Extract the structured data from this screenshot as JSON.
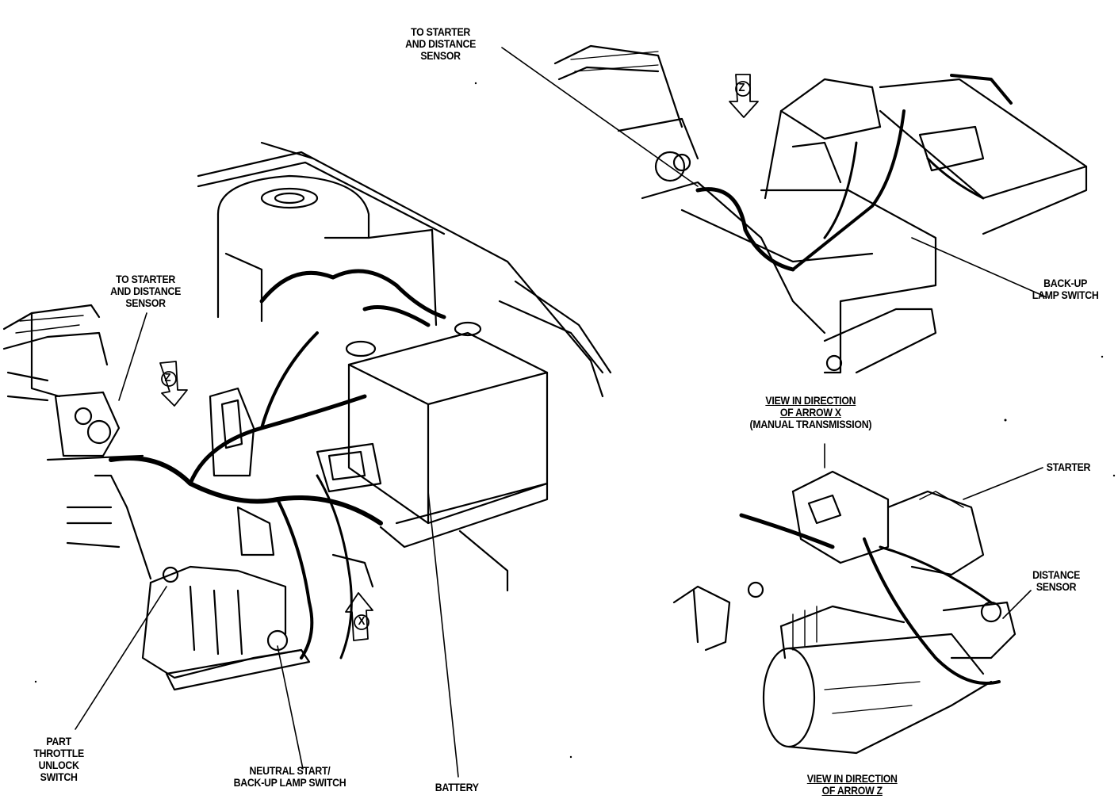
{
  "diagram": {
    "labels": {
      "to_starter_top": [
        "TO STARTER",
        "AND DISTANCE",
        "SENSOR"
      ],
      "to_starter_left": [
        "TO STARTER",
        "AND DISTANCE",
        "SENSOR"
      ],
      "backup_lamp_switch": [
        "BACK-UP",
        "LAMP SWITCH"
      ],
      "view_x": [
        "VIEW IN DIRECTION",
        "OF ARROW X",
        "(MANUAL TRANSMISSION)"
      ],
      "starter": "STARTER",
      "distance_sensor": [
        "DISTANCE",
        "SENSOR"
      ],
      "part_throttle": [
        "PART",
        "THROTTLE",
        "UNLOCK",
        "SWITCH"
      ],
      "neutral_start": [
        "NEUTRAL START/",
        "BACK-UP LAMP SWITCH"
      ],
      "battery": "BATTERY",
      "view_z": [
        "VIEW IN DIRECTION",
        "OF ARROW Z"
      ]
    },
    "arrows": {
      "z": "Z",
      "x": "X"
    }
  }
}
